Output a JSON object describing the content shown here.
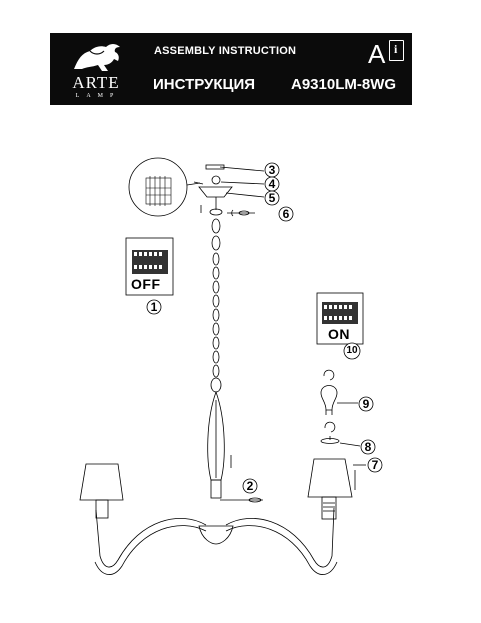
{
  "header": {
    "brand": "ARTE",
    "brand_sub": "LAMP",
    "title_en": "ASSEMBLY INSTRUCTION",
    "title_ru": "ИНСТРУКЦИЯ",
    "model": "A9310LM-8WG",
    "section_letter": "A"
  },
  "boxes": {
    "off_label": "OFF",
    "on_label": "ON"
  },
  "callouts": [
    "1",
    "2",
    "3",
    "4",
    "5",
    "6",
    "7",
    "8",
    "9",
    "10"
  ],
  "icons": [
    "lion-logo-icon",
    "info-icon"
  ],
  "colors": {
    "header_bg": "#0b0b0b",
    "header_text": "#ffffff"
  }
}
